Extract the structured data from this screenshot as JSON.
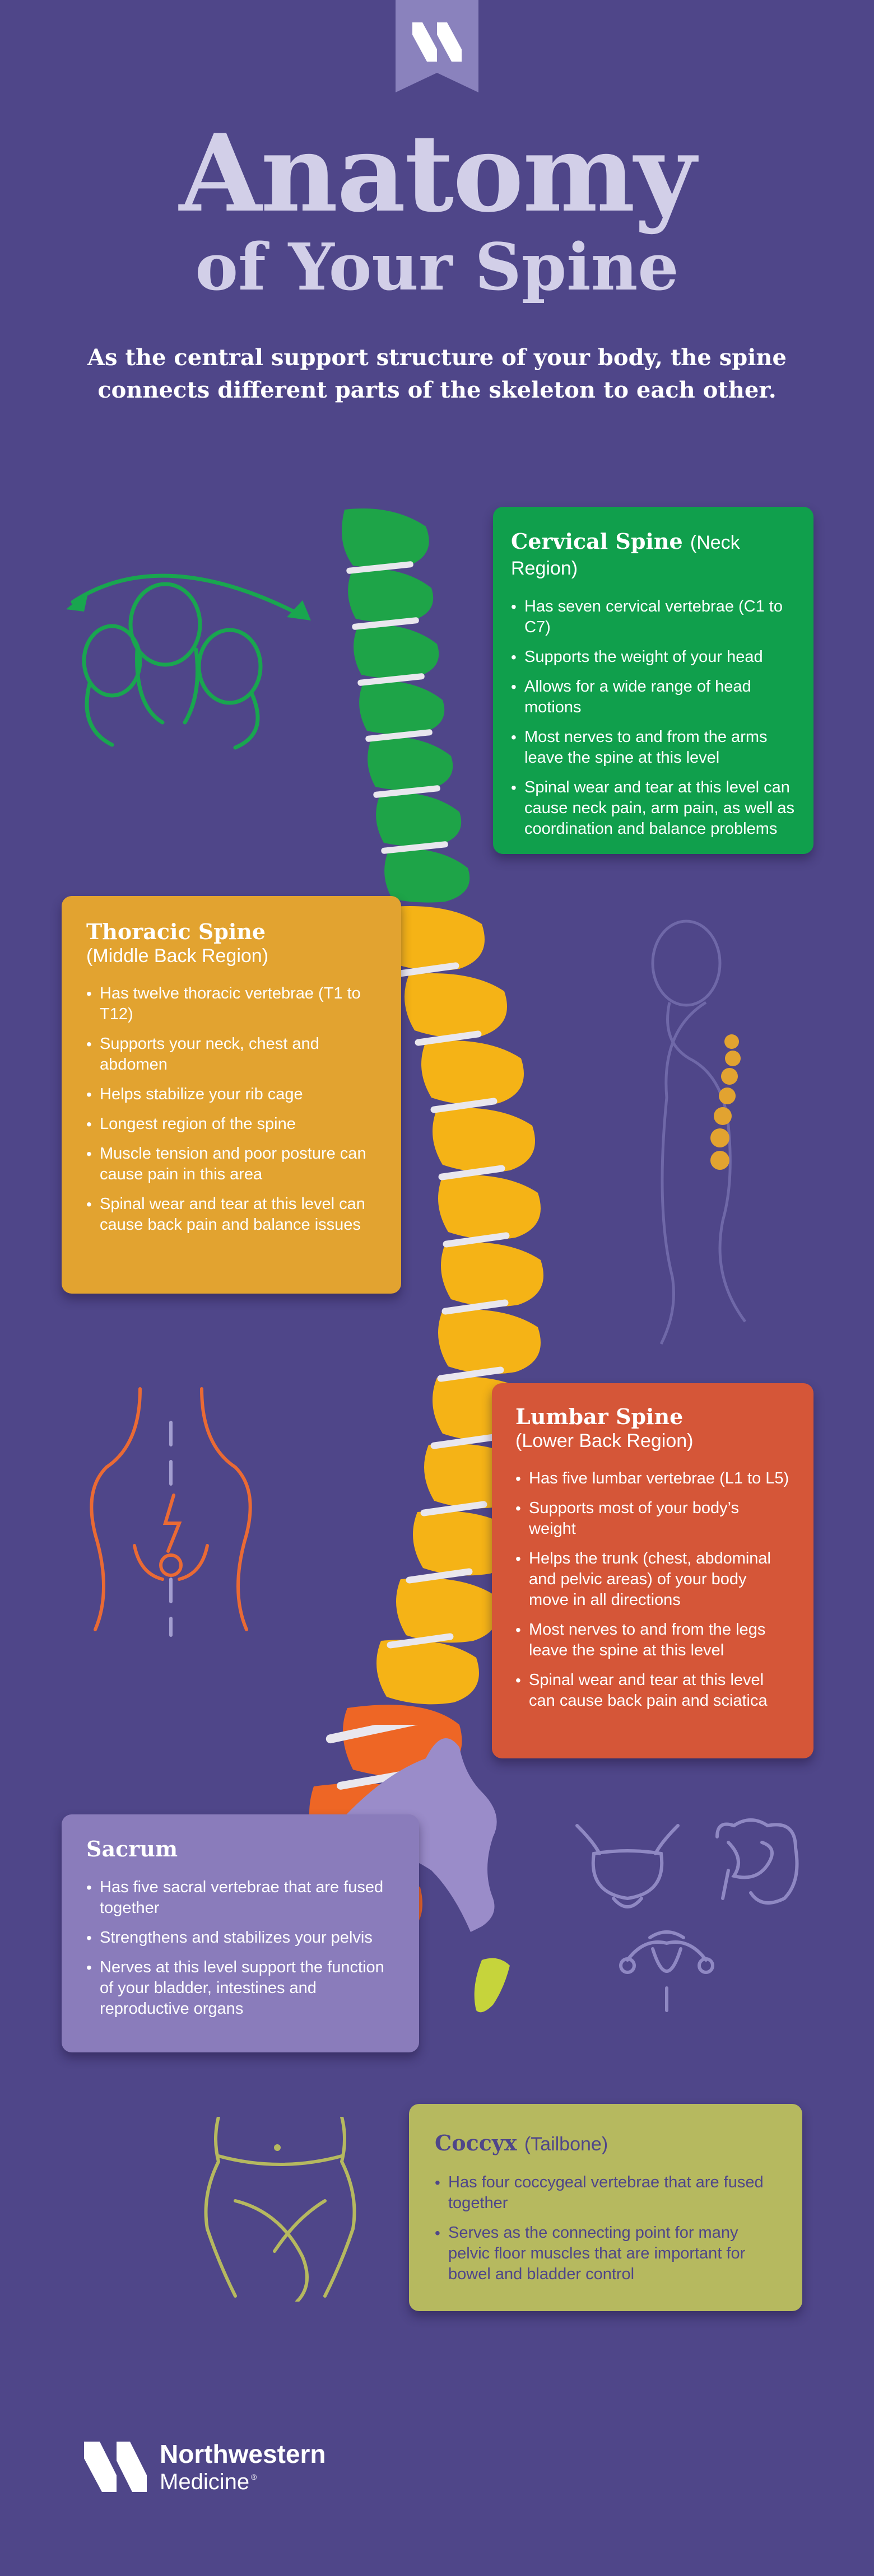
{
  "header": {
    "title_line1": "Anatomy",
    "title_line2": "of Your Spine",
    "intro": "As the central support structure of your body, the spine connects different parts of the skeleton to each other."
  },
  "sections": {
    "cervical": {
      "title": "Cervical Spine",
      "subtitle": "(Neck Region)",
      "items": [
        "Has seven cervical vertebrae (C1 to C7)",
        "Supports the weight of your head",
        "Allows for a wide range of head motions",
        "Most nerves to and from the arms leave the spine at this level",
        "Spinal wear and tear at this level can cause neck pain, arm pain, as well as coordination and balance problems"
      ]
    },
    "thoracic": {
      "title": "Thoracic Spine",
      "subtitle": "(Middle Back Region)",
      "items": [
        "Has twelve thoracic vertebrae (T1 to T12)",
        "Supports your neck, chest and abdomen",
        "Helps stabilize your rib cage",
        "Longest region of the spine",
        "Muscle tension and poor posture can cause pain in this area",
        "Spinal wear and tear at this level can cause back pain and balance issues"
      ]
    },
    "lumbar": {
      "title": "Lumbar Spine",
      "subtitle": "(Lower Back Region)",
      "items": [
        "Has five lumbar vertebrae (L1 to L5)",
        "Supports most of your body’s weight",
        "Helps the trunk (chest, abdominal and pelvic areas) of your body move in all directions",
        "Most nerves to and from the legs leave the spine at this level",
        "Spinal wear and tear at this level can cause back pain and sciatica"
      ]
    },
    "sacrum": {
      "title": "Sacrum",
      "items": [
        "Has five sacral vertebrae that are fused together",
        "Strengthens and stabilizes your pelvis",
        "Nerves at this level support the function of your bladder, intestines and reproductive organs"
      ]
    },
    "coccyx": {
      "title": "Coccyx",
      "subtitle": "(Tailbone)",
      "items": [
        "Has four coccygeal vertebrae that are fused together",
        "Serves as the connecting point for many pelvic floor muscles that are important for bowel and bladder control"
      ]
    }
  },
  "footer": {
    "brand_line1": "Northwestern",
    "brand_line2": "Medicine"
  },
  "colors": {
    "background": "#4f4689",
    "cervical": "#109f4c",
    "thoracic": "#e2a330",
    "lumbar": "#d55638",
    "sacrum": "#8a7cbb",
    "coccyx": "#b6b95f",
    "title": "#d2cfe8"
  },
  "icons": {
    "top_badge": "nm-monogram-icon",
    "neck": "head-rotation-icon",
    "thoracic": "body-spine-icon",
    "lumbar": "lower-back-pain-icon",
    "sacrum": "pelvic-organs-icon",
    "coccyx": "pelvis-icon"
  }
}
